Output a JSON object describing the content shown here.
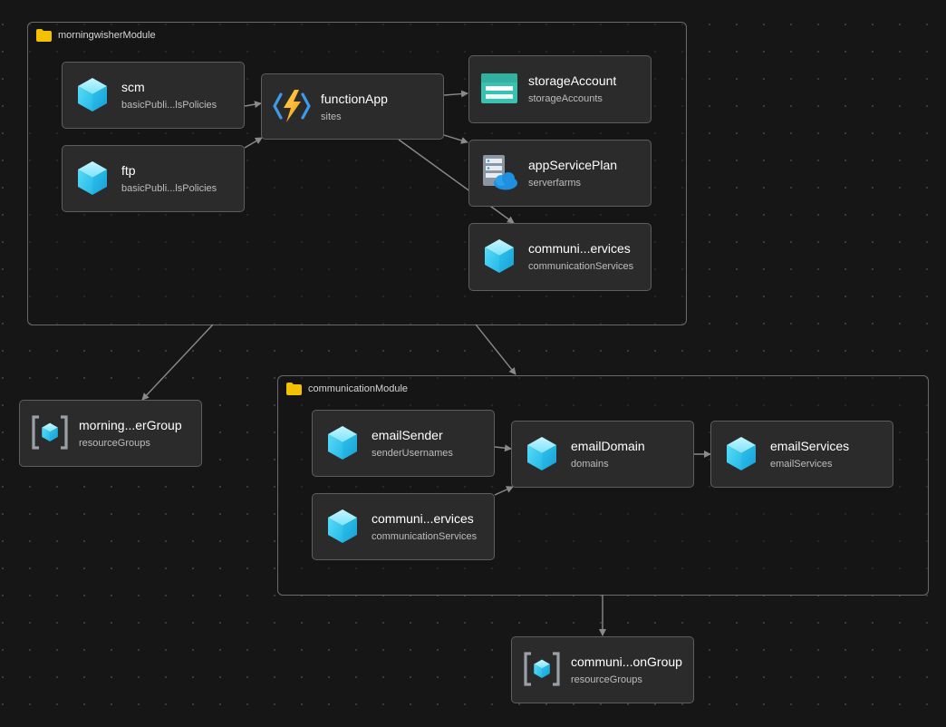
{
  "groups": [
    {
      "id": "morningwisher",
      "label": "morningwisherModule",
      "icon": "folder-icon"
    },
    {
      "id": "communication",
      "label": "communicationModule",
      "icon": "folder-icon"
    }
  ],
  "nodes": {
    "scm": {
      "title": "scm",
      "subtitle": "basicPubli...lsPolicies",
      "icon": "cube-icon"
    },
    "ftp": {
      "title": "ftp",
      "subtitle": "basicPubli...lsPolicies",
      "icon": "cube-icon"
    },
    "functionApp": {
      "title": "functionApp",
      "subtitle": "sites",
      "icon": "function-app-icon"
    },
    "storageAccount": {
      "title": "storageAccount",
      "subtitle": "storageAccounts",
      "icon": "storage-account-icon"
    },
    "appServicePlan": {
      "title": "appServicePlan",
      "subtitle": "serverfarms",
      "icon": "app-service-plan-icon"
    },
    "commServicesTop": {
      "title": "communi...ervices",
      "subtitle": "communicationServices",
      "icon": "cube-icon"
    },
    "morningGroup": {
      "title": "morning...erGroup",
      "subtitle": "resourceGroups",
      "icon": "resource-group-icon"
    },
    "emailSender": {
      "title": "emailSender",
      "subtitle": "senderUsernames",
      "icon": "cube-icon"
    },
    "emailDomain": {
      "title": "emailDomain",
      "subtitle": "domains",
      "icon": "cube-icon"
    },
    "emailServices": {
      "title": "emailServices",
      "subtitle": "emailServices",
      "icon": "cube-icon"
    },
    "commServicesBottom": {
      "title": "communi...ervices",
      "subtitle": "communicationServices",
      "icon": "cube-icon"
    },
    "commGroup": {
      "title": "communi...onGroup",
      "subtitle": "resourceGroups",
      "icon": "resource-group-icon"
    }
  },
  "edges": [
    [
      "scm",
      "functionApp"
    ],
    [
      "ftp",
      "functionApp"
    ],
    [
      "functionApp",
      "storageAccount"
    ],
    [
      "functionApp",
      "appServicePlan"
    ],
    [
      "functionApp",
      "commServicesTop"
    ],
    [
      "morningwisher",
      "morningGroup"
    ],
    [
      "morningwisher",
      "communication"
    ],
    [
      "emailSender",
      "emailDomain"
    ],
    [
      "commServicesBottom",
      "emailDomain"
    ],
    [
      "emailDomain",
      "emailServices"
    ],
    [
      "communication",
      "commGroup"
    ]
  ],
  "colors": {
    "background": "#161616",
    "node_fill": "#2b2b2b",
    "node_border": "#5e5e5e",
    "group_border": "#6a6a6a",
    "edge": "#8a8a8a",
    "folder": "#f2c200",
    "cube": "#3fd4f5"
  }
}
